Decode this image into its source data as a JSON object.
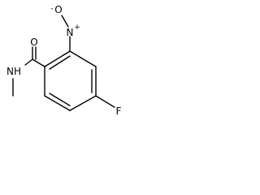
{
  "molecule": {
    "atoms": {
      "nitro_o_top": "O",
      "nitro_o_minus_sign": "-",
      "nitro_n": "N",
      "nitro_n_plus_sign": "+",
      "carbonyl_o": "O",
      "amide_nh": "NH",
      "fluorine": "F"
    },
    "colors": {
      "bond": "#000000",
      "text": "#000000",
      "background": "#ffffff"
    }
  }
}
